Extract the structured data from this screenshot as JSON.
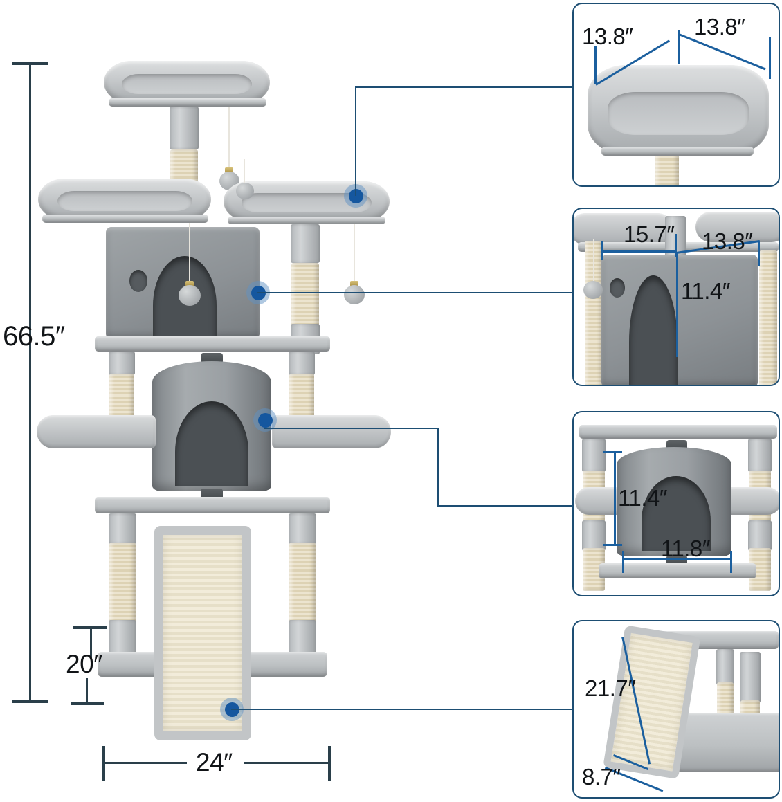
{
  "diagram": {
    "title": "Cat Tree Dimension Diagram",
    "unit": "inch",
    "accent_color": "#15579f",
    "leader_color": "#1d4e73",
    "rule_color": "#2a3f4a",
    "panel_border_color": "#1d4e73"
  },
  "overall": {
    "height_label": "66.5″",
    "width_label": "24″",
    "base_height_label": "20″"
  },
  "callouts": [
    {
      "id": "top-perch",
      "target": "upper-right-bed",
      "panel": "bed-panel"
    },
    {
      "id": "condo-box",
      "target": "square-condo",
      "panel": "condo-panel"
    },
    {
      "id": "condo-cyl",
      "target": "cylinder-condo",
      "panel": "cylinder-panel"
    },
    {
      "id": "ramp",
      "target": "sisal-ramp",
      "panel": "ramp-panel"
    }
  ],
  "panels": [
    {
      "id": "bed-panel",
      "name": "plush-bed-detail",
      "measurements": [
        {
          "label": "13.8″",
          "axis": "depth"
        },
        {
          "label": "13.8″",
          "axis": "width"
        }
      ]
    },
    {
      "id": "condo-panel",
      "name": "square-condo-detail",
      "measurements": [
        {
          "label": "15.7″",
          "axis": "width"
        },
        {
          "label": "13.8″",
          "axis": "depth"
        },
        {
          "label": "11.4″",
          "axis": "height"
        }
      ]
    },
    {
      "id": "cylinder-panel",
      "name": "cylinder-condo-detail",
      "measurements": [
        {
          "label": "11.4″",
          "axis": "height"
        },
        {
          "label": "11.8″",
          "axis": "diameter"
        }
      ]
    },
    {
      "id": "ramp-panel",
      "name": "sisal-ramp-detail",
      "measurements": [
        {
          "label": "21.7″",
          "axis": "length"
        },
        {
          "label": "8.7″",
          "axis": "width"
        }
      ]
    }
  ]
}
